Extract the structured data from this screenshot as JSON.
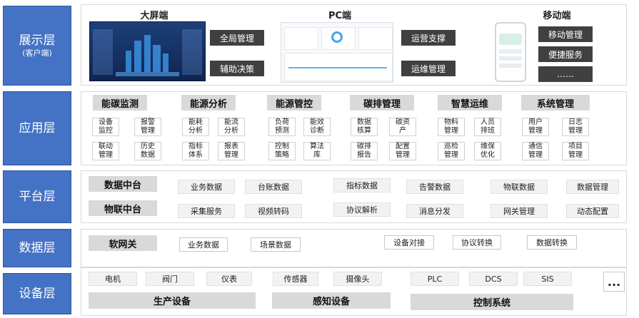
{
  "layers": [
    {
      "label": "展示层",
      "sub": "(客户端)"
    },
    {
      "label": "应用层",
      "sub": ""
    },
    {
      "label": "平台层",
      "sub": ""
    },
    {
      "label": "数据层",
      "sub": ""
    },
    {
      "label": "设备层",
      "sub": ""
    }
  ],
  "display": {
    "big_screen": {
      "title": "大屏端",
      "buttons": [
        "全局管理",
        "辅助决策"
      ]
    },
    "pc": {
      "title": "PC端",
      "buttons": [
        "运营支撑",
        "运维管理"
      ]
    },
    "mobile": {
      "title": "移动端",
      "buttons": [
        "移动管理",
        "便捷服务",
        "……"
      ]
    }
  },
  "application": {
    "groups": [
      {
        "title": "能碳监测",
        "items": [
          "设备\n监控",
          "报警\n管理",
          "联动\n管理",
          "历史\n数据"
        ]
      },
      {
        "title": "能源分析",
        "items": [
          "能耗\n分析",
          "能流\n分析",
          "指标\n体系",
          "报表\n管理"
        ]
      },
      {
        "title": "能源管控",
        "items": [
          "负荷\n预测",
          "能效\n诊断",
          "控制\n策略",
          "算法\n库"
        ]
      },
      {
        "title": "碳排管理",
        "items": [
          "数据\n核算",
          "碳资\n产",
          "碳排\n报告",
          "配置\n管理"
        ]
      },
      {
        "title": "智慧运维",
        "items": [
          "物料\n管理",
          "人员\n排班",
          "巡检\n管理",
          "维保\n优化"
        ]
      },
      {
        "title": "系统管理",
        "items": [
          "用户\n管理",
          "日志\n管理",
          "通信\n管理",
          "项目\n管理"
        ]
      }
    ]
  },
  "platform": {
    "data_center": {
      "title": "数据中台",
      "items": [
        "业务数据",
        "台账数据",
        "指标数据",
        "告警数据",
        "物联数据",
        "数据管理"
      ]
    },
    "iot_center": {
      "title": "物联中台",
      "items": [
        "采集服务",
        "视频转码",
        "协议解析",
        "消息分发",
        "网关管理",
        "动态配置"
      ]
    }
  },
  "data_layer": {
    "title": "软网关",
    "items": [
      "业务数据",
      "场景数据",
      "设备对接",
      "协议转换",
      "数据转换"
    ]
  },
  "device_layer": {
    "production": {
      "title": "生产设备",
      "items": [
        "电机",
        "阀门",
        "仪表"
      ]
    },
    "sensing": {
      "title": "感知设备",
      "items": [
        "传感器",
        "摄像头"
      ]
    },
    "control": {
      "title": "控制系统",
      "items": [
        "PLC",
        "DCS",
        "SIS"
      ]
    },
    "more": "..."
  },
  "colors": {
    "layer_blue": "#4472c4",
    "dark_button": "#404040",
    "header_gray": "#d9d9d9"
  }
}
